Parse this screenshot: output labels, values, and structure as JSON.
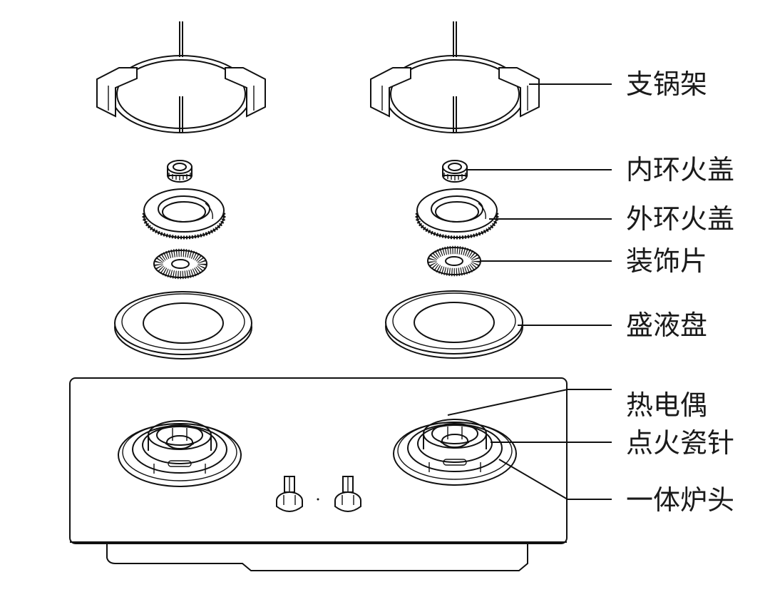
{
  "labels": {
    "pot_support": "支锅架",
    "inner_burner_cap": "内环火盖",
    "outer_burner_cap": "外环火盖",
    "decorative_plate": "装饰片",
    "drip_tray": "盛液盘",
    "thermocouple": "热电偶",
    "ignition_needle": "点火瓷针",
    "integrated_burner_head": "一体炉头"
  }
}
